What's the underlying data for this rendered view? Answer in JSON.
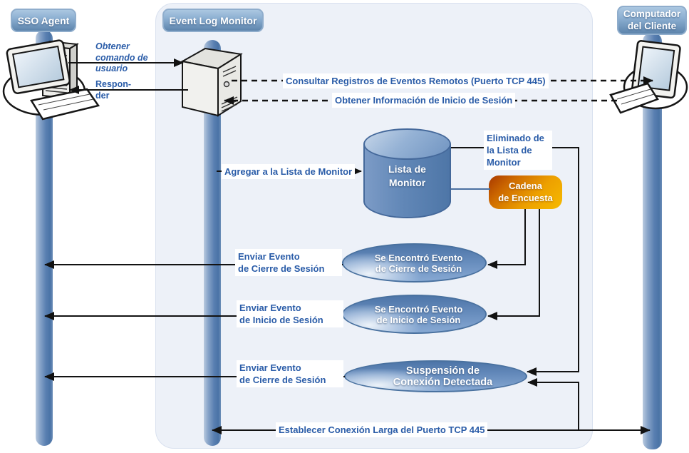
{
  "diagram_type": "sequence-flow",
  "colors": {
    "label_text": "#2a5ca8",
    "lifeline_blue": "#5b83b5",
    "panel_bg": "#edf1f8",
    "node_blue": "#5c83b5",
    "process_orange": "#f0a400",
    "connector_black": "#121212"
  },
  "actors": {
    "sso": {
      "label": "SSO Agent",
      "icon": "desktop-computer-icon"
    },
    "monitor": {
      "label": "Event Log Monitor",
      "icon": "server-tower-icon"
    },
    "client": {
      "label": "Computador\ndel Cliente",
      "icon": "monitor-keyboard-icon"
    }
  },
  "nodes": {
    "lista": {
      "label": "Lista de\nMonitor",
      "type": "database"
    },
    "cadena": {
      "label": "Cadena\nde Encuesta",
      "type": "process"
    },
    "evento_cierre": {
      "label": "Se Encontró Evento\nde Cierre de Sesión",
      "type": "event"
    },
    "evento_inicio": {
      "label": "Se Encontró Evento\nde Inicio de Sesión",
      "type": "event"
    },
    "suspension": {
      "label": "Suspensión de\nConexión Detectada",
      "type": "event"
    }
  },
  "messages": {
    "obtener_comando": {
      "label": "Obtener\ncomando de\nusuario",
      "from": "sso",
      "to": "monitor",
      "style": "solid"
    },
    "responder": {
      "label": "Respon-\nder",
      "from": "monitor",
      "to": "sso",
      "style": "solid"
    },
    "consultar": {
      "label": "Consultar Registros de Eventos Remotos (Puerto TCP 445)",
      "from": "monitor",
      "to": "client",
      "style": "dashed"
    },
    "obtener_info": {
      "label": "Obtener Información de Inicio de Sesión",
      "from": "client",
      "to": "monitor",
      "style": "dashed"
    },
    "agregar": {
      "label": "Agregar a la Lista de Monitor",
      "from": "monitor",
      "to": "lista",
      "style": "solid"
    },
    "eliminado": {
      "label": "Eliminado de\nla Lista de\nMonitor",
      "from": "lista",
      "to": "suspension",
      "style": "solid"
    },
    "enviar_cierre_1": {
      "label": "Enviar Evento\nde Cierre de Sesión",
      "from": "evento_cierre",
      "to": "sso",
      "style": "solid"
    },
    "enviar_inicio": {
      "label": "Enviar Evento\nde Inicio de Sesión",
      "from": "evento_inicio",
      "to": "sso",
      "style": "solid"
    },
    "enviar_cierre_2": {
      "label": "Enviar Evento\nde Cierre de Sesión",
      "from": "suspension",
      "to": "sso",
      "style": "solid"
    },
    "establecer": {
      "label": "Establecer Conexión Larga del Puerto TCP 445",
      "from": "monitor",
      "to": "client",
      "style": "solid-double-arrow"
    }
  }
}
